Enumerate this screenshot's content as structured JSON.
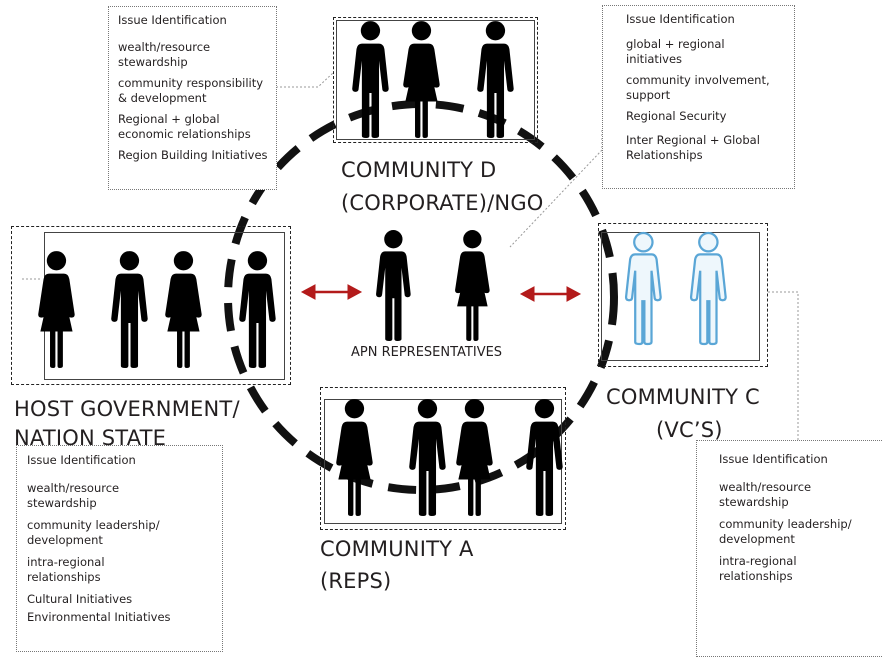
{
  "notes": {
    "community_d": {
      "heading": "Issue Identification",
      "items": [
        "wealth/resource\nstewardship",
        "community responsibility\n& development",
        "Regional + global\neconomic  relationships",
        "Region Building Initiatives"
      ]
    },
    "community_c_top": {
      "heading": "Issue Identification",
      "items": [
        "global + regional\ninitiatives",
        "community involvement,\nsupport",
        "Regional Security",
        "Inter Regional + Global\nRelationships"
      ]
    },
    "host_government": {
      "heading": "Issue Identification",
      "items": [
        "wealth/resource\nstewardship",
        "community leadership/\ndevelopment",
        "intra-regional\nrelationships",
        "Cultural Initiatives",
        "Environmental Initiatives"
      ]
    },
    "community_c_bottom": {
      "heading": "Issue Identification",
      "items": [
        "wealth/resource\nstewardship",
        "community leadership/\ndevelopment",
        "intra-regional\nrelationships"
      ]
    }
  },
  "labels": {
    "community_d_1": "COMMUNITY D",
    "community_d_2": "(CORPORATE)/NGO",
    "host_1": "HOST GOVERNMENT/",
    "host_2": "NATION STATE",
    "community_a_1": "COMMUNITY A",
    "community_a_2": "(REPS)",
    "community_c_1": "COMMUNITY C",
    "community_c_2": "(VC’S)",
    "apn": "APN REPRESENTATIVES"
  },
  "colors": {
    "figure": "#000000",
    "figure_outline_blue": "#5aa6d6",
    "arrow": "#b31b1b",
    "circle": "#111111"
  }
}
